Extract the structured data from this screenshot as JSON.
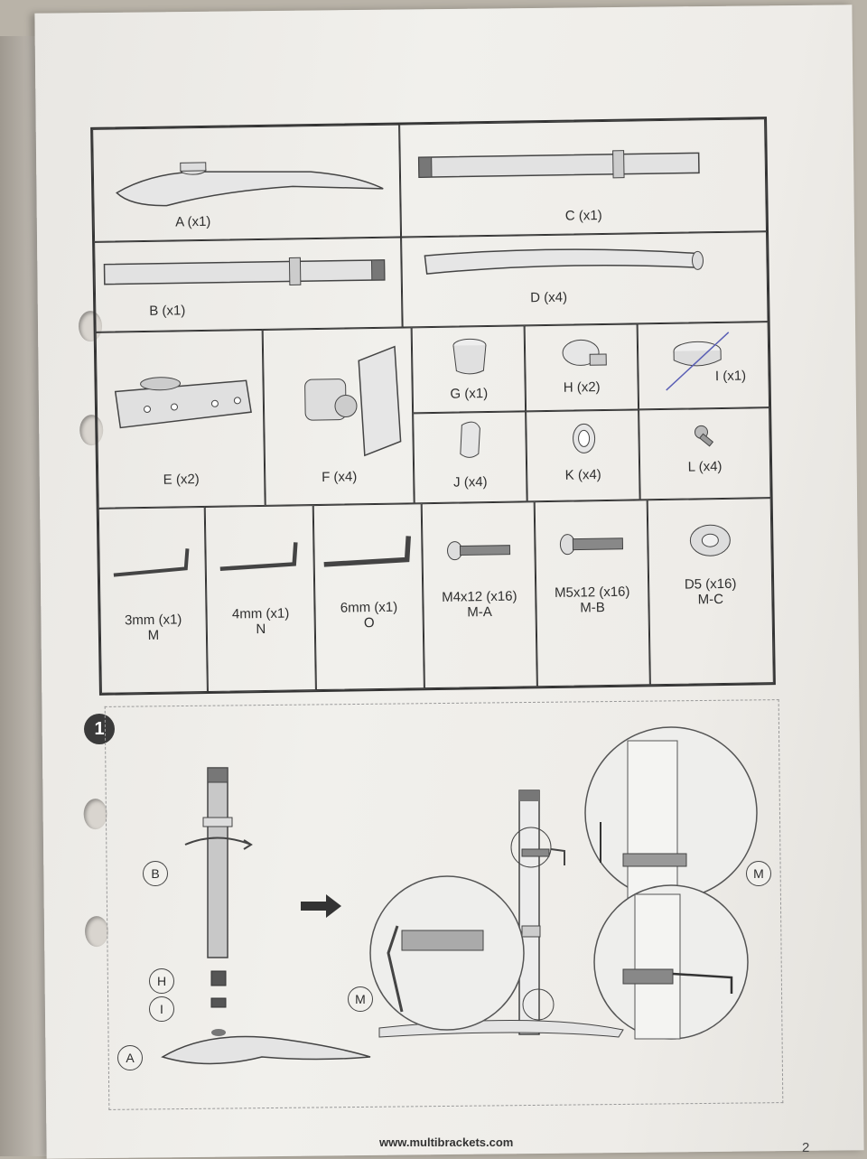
{
  "parts": {
    "A": "A (x1)",
    "B": "B (x1)",
    "C": "C (x1)",
    "D": "D (x4)",
    "E": "E (x2)",
    "F": "F (x4)",
    "G": "G (x1)",
    "H": "H (x2)",
    "I": "I (x1)",
    "J": "J (x4)",
    "K": "K (x4)",
    "L": "L (x4)"
  },
  "tools": [
    {
      "size": "3mm (x1)",
      "code": "M"
    },
    {
      "size": "4mm  (x1)",
      "code": "N"
    },
    {
      "size": "6mm  (x1)",
      "code": "O"
    },
    {
      "size": "M4x12 (x16)",
      "code": "M-A"
    },
    {
      "size": "M5x12 (x16)",
      "code": "M-B"
    },
    {
      "size": "D5 (x16)",
      "code": "M-C"
    }
  ],
  "step": {
    "number": "1",
    "callouts": {
      "B": "B",
      "H": "H",
      "I": "I",
      "A": "A",
      "M1": "M",
      "M2": "M"
    }
  },
  "footer": {
    "website": "www.multibrackets.com",
    "page": "2"
  }
}
